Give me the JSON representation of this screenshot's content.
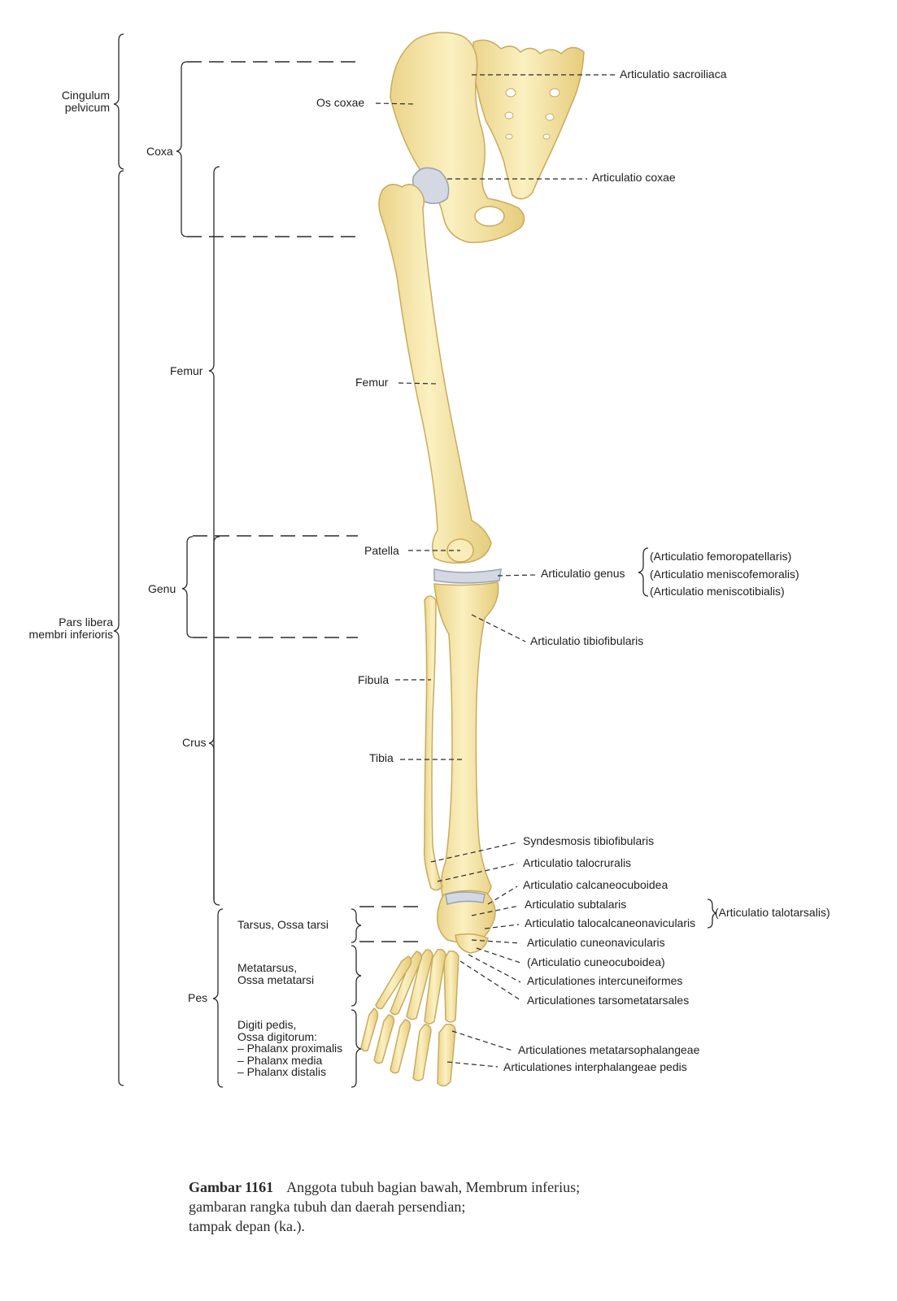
{
  "colors": {
    "bone": "#f7e7a7",
    "bone_edge": "#c9ab5e",
    "cartilage": "#cfd6e0",
    "ink": "#1e1e1e",
    "paper": "#ffffff"
  },
  "regions": {
    "cingulum": [
      "Cingulum",
      "pelvicum"
    ],
    "pars_libera": [
      "Pars libera",
      "membri inferioris"
    ],
    "coxa": "Coxa",
    "femur": "Femur",
    "genu": "Genu",
    "crus": "Crus",
    "pes": "Pes",
    "tarsus": "Tarsus, Ossa tarsi",
    "metatarsus": [
      "Metatarsus,",
      "Ossa metatarsi"
    ],
    "digiti": [
      "Digiti pedis,",
      "Ossa digitorum:",
      "– Phalanx proximalis",
      "– Phalanx media",
      "– Phalanx distalis"
    ]
  },
  "bones": {
    "os_coxae": "Os coxae",
    "femur": "Femur",
    "patella": "Patella",
    "fibula": "Fibula",
    "tibia": "Tibia"
  },
  "joints": {
    "sacroiliaca": "Articulatio sacroiliaca",
    "coxae": "Articulatio coxae",
    "genus": "Articulatio genus",
    "genus_parts": [
      "(Articulatio femoropatellaris)",
      "(Articulatio meniscofemoralis)",
      "(Articulatio meniscotibialis)"
    ],
    "tibiofibularis": "Articulatio tibiofibularis",
    "syndesmosis": "Syndesmosis tibiofibularis",
    "talocruralis": "Articulatio talocruralis",
    "calcaneocuboidea": "Articulatio calcaneocuboidea",
    "subtalaris": "Articulatio subtalaris",
    "talocalcaneonavicularis": "Articulatio talocalcaneonavicularis",
    "talotarsalis": "(Articulatio talotarsalis)",
    "cuneonavicularis": "Articulatio cuneonavicularis",
    "cuneocuboidea": "(Articulatio cuneocuboidea)",
    "intercuneiformes": "Articulationes intercuneiformes",
    "tarsometatarsales": "Articulationes tarsometatarsales",
    "metatarsophalangeae": "Articulationes metatarsophalangeae",
    "interphalangeae": "Articulationes interphalangeae pedis"
  },
  "caption": {
    "figure": "Gambar 1161",
    "lines": [
      "Anggota tubuh bagian bawah, Membrum inferius;",
      "gambaran rangka tubuh dan daerah persendian;",
      "tampak depan (ka.)."
    ]
  }
}
